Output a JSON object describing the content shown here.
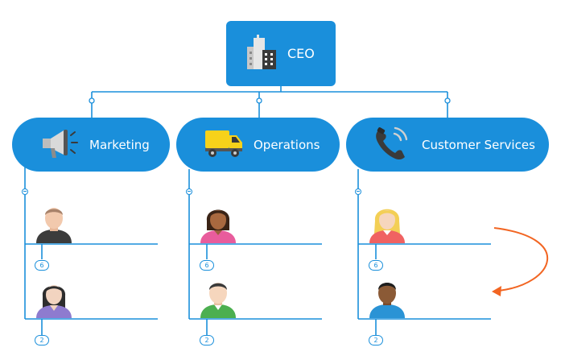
{
  "ceo": {
    "label": "CEO",
    "icon": "building-icon"
  },
  "departments": [
    {
      "label": "Marketing",
      "icon": "megaphone-icon",
      "counts": [
        "6",
        "2"
      ]
    },
    {
      "label": "Operations",
      "icon": "truck-icon",
      "counts": [
        "6",
        "2"
      ]
    },
    {
      "label": "Customer Services",
      "icon": "phone-icon",
      "counts": [
        "6",
        "2"
      ]
    }
  ],
  "colors": {
    "node": "#1a8fdb",
    "connector": "#1a8fdb",
    "arrow": "#f26522"
  }
}
